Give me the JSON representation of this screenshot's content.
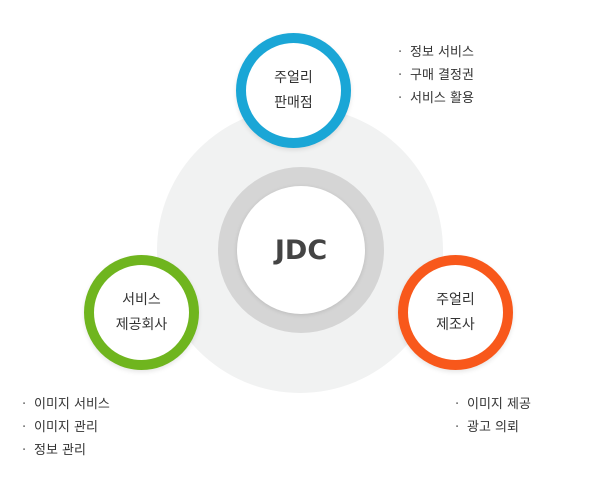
{
  "center": {
    "label": "JDC"
  },
  "nodes": {
    "top": {
      "label": "주얼리\n판매점",
      "color": "#1aa6d6",
      "items": [
        "정보 서비스",
        "구매 결정권",
        "서비스 활용"
      ]
    },
    "left": {
      "label": "서비스\n제공회사",
      "color": "#6fb51e",
      "items": [
        "이미지 서비스",
        "이미지 관리",
        "정보 관리"
      ]
    },
    "right": {
      "label": "주얼리\n제조사",
      "color": "#f8581b",
      "items": [
        "이미지 제공",
        "광고 의뢰"
      ]
    }
  },
  "colors": {
    "background_disc": "#f1f2f2",
    "center_ring": "#d5d5d5"
  }
}
